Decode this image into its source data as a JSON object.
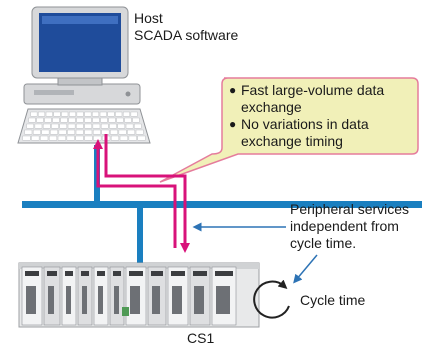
{
  "labels": {
    "host": [
      "Host",
      "SCADA software"
    ],
    "peripheral": [
      "Peripheral services",
      "independent from",
      "cycle time."
    ],
    "cycle": "Cycle time",
    "plc": "CS1"
  },
  "callout": {
    "bullets": [
      [
        "Fast large-volume data",
        "exchange"
      ],
      [
        "No variations in data",
        "exchange timing"
      ]
    ]
  },
  "icons": [
    "desktop-computer-icon",
    "keyboard-icon",
    "plc-rack-icon",
    "circular-arrow-icon"
  ],
  "colors": {
    "network": "#1a7fc0",
    "data_arrow": "#d8127a",
    "pointer_arrow": "#2d73b5",
    "callout_fill": "#f1f0b8",
    "callout_border": "#e57c9c",
    "computer_body": "#d7d8da"
  }
}
